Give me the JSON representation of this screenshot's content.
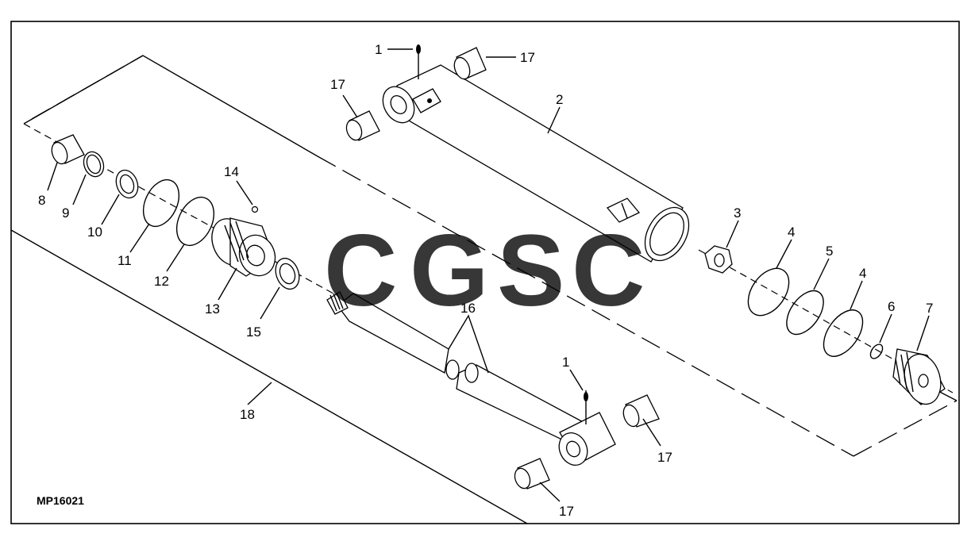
{
  "diagram": {
    "drawing_code": "MP16021",
    "callouts": {
      "c1a": "1",
      "c1b": "1",
      "c2": "2",
      "c3": "3",
      "c4a": "4",
      "c4b": "4",
      "c5": "5",
      "c6": "6",
      "c7": "7",
      "c8": "8",
      "c9": "9",
      "c10": "10",
      "c11": "11",
      "c12": "12",
      "c13": "13",
      "c14": "14",
      "c15": "15",
      "c16": "16",
      "c17a": "17",
      "c17b": "17",
      "c17c": "17",
      "c17d": "17",
      "c18": "18"
    }
  },
  "watermark": {
    "letters": [
      "C",
      "G",
      "S",
      "C"
    ],
    "colors": [
      "#6fa8f4",
      "#f28b7d",
      "#f9d65c",
      "#6fc29a"
    ]
  }
}
